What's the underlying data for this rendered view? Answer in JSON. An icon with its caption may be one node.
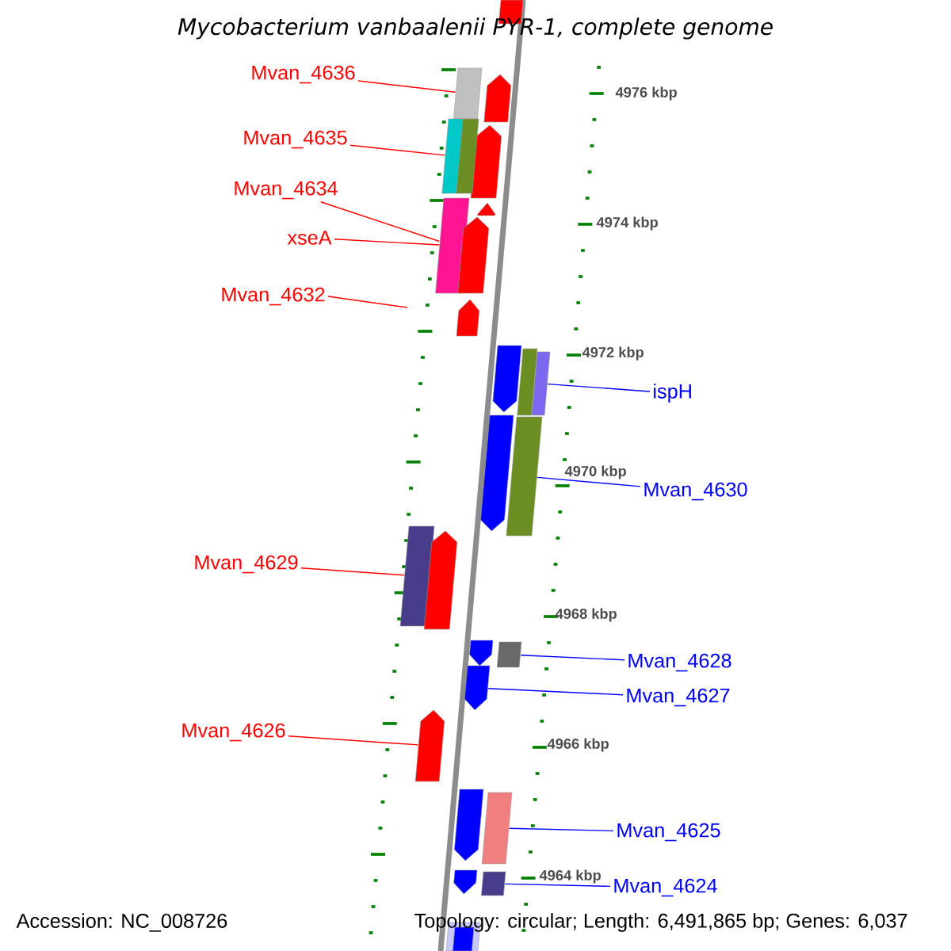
{
  "diagram": {
    "title": "Mycobacterium vanbaalenii PYR-1, complete genome",
    "nodes": [
      {
        "text": [
          "Mvan_4636"
        ]
      },
      {
        "text": [],
        "shape": "bar"
      },
      {
        "text": [
          "Mvan_4635"
        ]
      },
      {
        "text": [],
        "shape": "bar"
      },
      {
        "text": [
          "Mvan_4634"
        ]
      },
      {
        "text": [],
        "shape": "bar"
      },
      {
        "text": [
          "xseA"
        ]
      },
      {
        "text": [
          "Mvan_4632"
        ]
      },
      {
        "text": [],
        "shape": "bar"
      },
      {
        "text": [
          "ispH"
        ]
      },
      {
        "text": [],
        "shape": "bar"
      },
      {
        "text": [
          "Mvan_4630"
        ]
      },
      {
        "text": [
          "Mvan_4629"
        ]
      },
      {
        "text": [],
        "shape": "bar"
      },
      {
        "text": [],
        "shape": "bar"
      },
      {
        "text": [
          "Mvan_4628"
        ]
      },
      {
        "text": [],
        "shape": "bar"
      },
      {
        "text": [
          "Mvan_4627"
        ]
      },
      {
        "text": [
          "Mvan_4626"
        ]
      },
      {
        "text": [],
        "shape": "bar"
      },
      {
        "text": [],
        "shape": "bar"
      },
      {
        "text": [
          "Mvan_4625"
        ]
      },
      {
        "text": [],
        "shape": "bar"
      },
      {
        "text": [
          "Mvan_4624"
        ]
      },
      {
        "text": [],
        "shape": "bar"
      },
      {
        "text": [],
        "shape": "bar"
      },
      {
        "text": [],
        "shape": "bar"
      },
      {
        "text": [],
        "shape": "bar"
      },
      {
        "text": [],
        "shape": "bar"
      },
      {
        "text": [],
        "shape": "bar"
      },
      {
        "text": [],
        "shape": "bar"
      },
      {
        "text": [],
        "shape": "bar"
      },
      {
        "text": [],
        "shape": "bar"
      },
      {
        "text": [],
        "shape": "bar"
      },
      {
        "text": [],
        "shape": "bar"
      },
      {
        "text": [],
        "shape": "bar"
      },
      {
        "text": [],
        "shape": "bar"
      },
      {
        "text": [],
        "shape": "bar"
      },
      {
        "text": [],
        "shape": "bar"
      }
    ],
    "edges": [
      {
        "from": 0,
        "to": 1,
        "arrow": "none",
        "color": "#ff0000"
      },
      {
        "from": 2,
        "to": 3,
        "arrow": "none",
        "color": "#ff0000"
      },
      {
        "from": 4,
        "to": 5,
        "arrow": "none",
        "color": "#ff0000"
      },
      {
        "from": 6,
        "to": 5,
        "arrow": "none",
        "color": "#ff0000"
      },
      {
        "from": 7,
        "to": null,
        "arrow": "none",
        "color": "#ff0000"
      },
      {
        "from": 9,
        "to": 8,
        "arrow": "none",
        "color": "#0000ff"
      },
      {
        "from": 11,
        "to": 10,
        "arrow": "none",
        "color": "#0000ff"
      },
      {
        "from": 12,
        "to": 13,
        "arrow": "none",
        "color": "#ff0000"
      },
      {
        "from": 15,
        "to": 14,
        "arrow": "none",
        "color": "#0000ff"
      },
      {
        "from": 17,
        "to": 16,
        "arrow": "none",
        "color": "#0000ff"
      },
      {
        "from": 18,
        "to": 19,
        "arrow": "none",
        "color": "#ff0000"
      },
      {
        "from": 21,
        "to": 20,
        "arrow": "none",
        "color": "#0000ff"
      },
      {
        "from": 23,
        "to": 22,
        "arrow": "none",
        "color": "#0000ff"
      }
    ],
    "labels": [
      "4976 kbp",
      "4974 kbp",
      "4972 kbp",
      "4970 kbp",
      "4968 kbp",
      "4966 kbp",
      "4964 kbp",
      "Accession: NC_008726",
      "Topology: circular; Length: 6,491,865 bp; Genes: 6,037"
    ]
  }
}
